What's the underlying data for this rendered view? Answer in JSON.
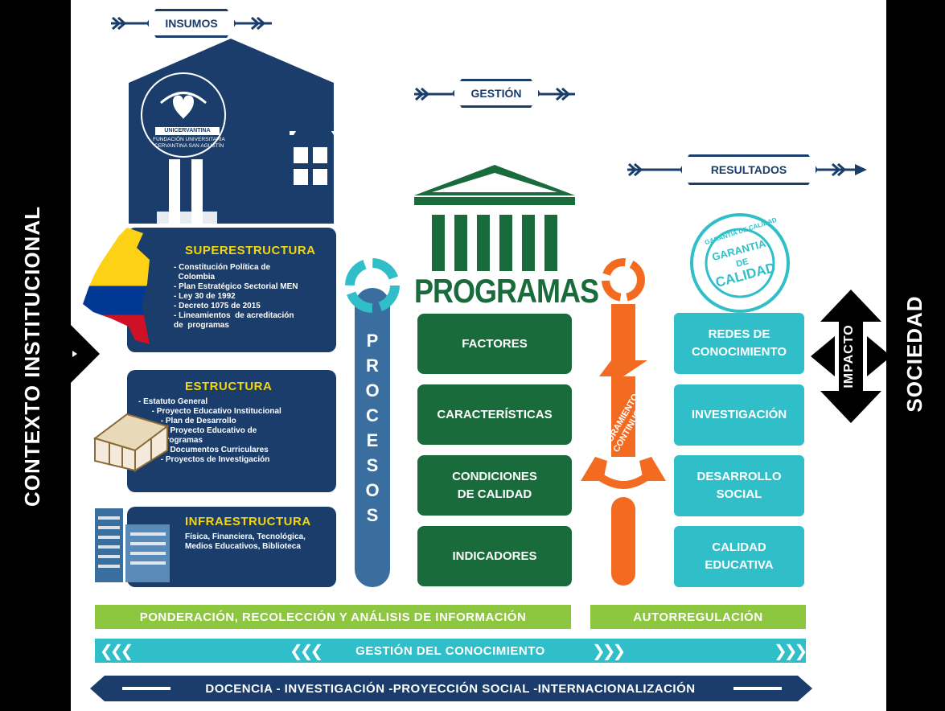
{
  "left_band": {
    "label": "CONTEXTO INSTITUCIONAL"
  },
  "right_band": {
    "label": "SOCIEDAD"
  },
  "stages": {
    "inputs": "INSUMOS",
    "management": "GESTIÓN",
    "results": "RESULTADOS"
  },
  "logo": {
    "name": "UNICERVANTINA",
    "line1": "FUNDACIÓN UNIVERSITARIA",
    "line2": "CERVANTINA SAN AGUSTÍN"
  },
  "superestructura": {
    "title": "SUPERESTRUCTURA",
    "items": "- Constitución Política de\n  Colombia\n- Plan Estratégico Sectorial MEN\n- Ley 30 de 1992\n- Decreto 1075 de 2015\n- Lineamientos  de acreditación\nde  programas"
  },
  "estructura": {
    "title": "ESTRUCTURA",
    "items": "- Estatuto General\n      - Proyecto Educativo Institucional\n          - Plan de Desarrollo\n            - Proyecto Educativo de\n          Programas\n            - Documentos Curriculares\n          - Proyectos de Investigación"
  },
  "infraestructura": {
    "title": "INFRAESTRUCTURA",
    "items": "Física, Financiera, Tecnológica,\nMedios Educativos, Biblioteca"
  },
  "procesos": {
    "letters": [
      "P",
      "R",
      "O",
      "C",
      "E",
      "S",
      "O",
      "S"
    ]
  },
  "programas": {
    "title": "PROGRAMAS",
    "items": [
      "FACTORES",
      "CARACTERÍSTICAS",
      "CONDICIONES\nDE CALIDAD",
      "INDICADORES"
    ]
  },
  "mejoramiento": {
    "line1": "MEJORAMIENTO",
    "line2": "CONTINUO"
  },
  "stamp": {
    "ring": "GARANTIA DE CALIDAD",
    "center1": "GARANTIA",
    "center2": "DE",
    "center3": "CALIDAD"
  },
  "resultados": {
    "items": [
      "REDES DE\nCONOCIMIENTO",
      "INVESTIGACIÓN",
      "DESARROLLO\nSOCIAL",
      "CALIDAD\nEDUCATIVA"
    ]
  },
  "impacto": {
    "label": "IMPACTO"
  },
  "bars": {
    "ponderacion": "PONDERACIÓN, RECOLECCIÓN Y ANÁLISIS DE  INFORMACIÓN",
    "autorregulacion": "AUTORREGULACIÓN",
    "gestion_conocimiento": "GESTIÓN DEL CONOCIMIENTO",
    "docencia": "DOCENCIA - INVESTIGACIÓN -PROYECCIÓN SOCIAL -INTERNACIONALIZACIÓN"
  },
  "colors": {
    "navy": "#1a3d6b",
    "green": "#1a6b3c",
    "teal": "#30bfc8",
    "lime": "#8dc63f",
    "orange": "#f26b21",
    "yellow": "#f5d60a",
    "steel": "#3a6e9e"
  }
}
